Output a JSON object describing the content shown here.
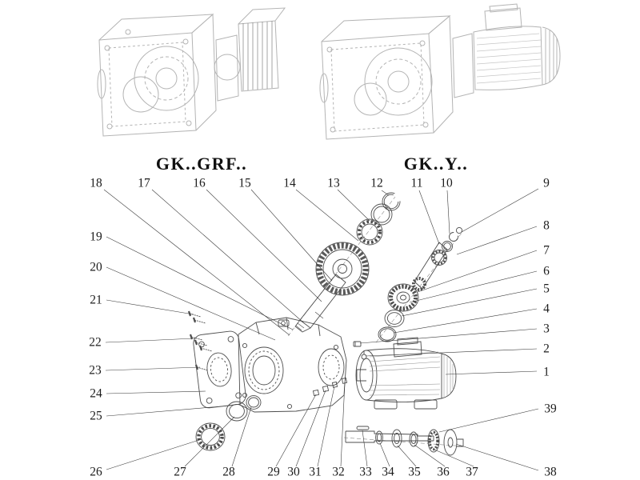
{
  "colors": {
    "background": "#ffffff",
    "line_dark": "#4d4d4d",
    "line_light": "#b4b4b4",
    "leader_line": "#3c3c3c",
    "text": "#1c1c1c"
  },
  "titles": {
    "left": "GK..GRF..",
    "right": "GK..Y.."
  },
  "callouts": {
    "c1": "1",
    "c2": "2",
    "c3": "3",
    "c4": "4",
    "c5": "5",
    "c6": "6",
    "c7": "7",
    "c8": "8",
    "c9": "9",
    "c10": "10",
    "c11": "11",
    "c12": "12",
    "c13": "13",
    "c14": "14",
    "c15": "15",
    "c16": "16",
    "c17": "17",
    "c18": "18",
    "c19": "19",
    "c20": "20",
    "c21": "21",
    "c22": "22",
    "c23": "23",
    "c24": "24",
    "c25": "25",
    "c26": "26",
    "c27": "27",
    "c28": "28",
    "c29": "29",
    "c30": "30",
    "c31": "31",
    "c32": "32",
    "c33": "33",
    "c34": "34",
    "c35": "35",
    "c36": "36",
    "c37": "37",
    "c38": "38",
    "c39": "39"
  }
}
